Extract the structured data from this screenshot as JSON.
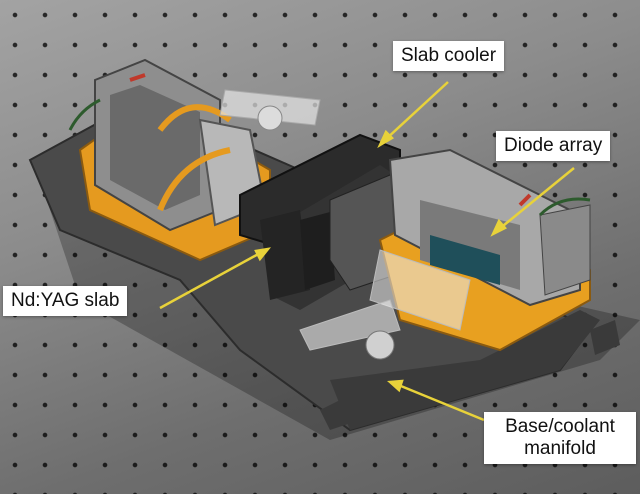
{
  "callouts": {
    "slab_cooler": "Slab cooler",
    "diode_array": "Diode array",
    "ndyag_slab": "Nd:YAG slab",
    "base_coolant_line1": "Base/coolant",
    "base_coolant_line2": "manifold"
  },
  "colors": {
    "arrow": "#e8d23a",
    "gold": "#e59a1f",
    "block_dark": "#2b2b2b",
    "steel": "#9a9a9a"
  }
}
